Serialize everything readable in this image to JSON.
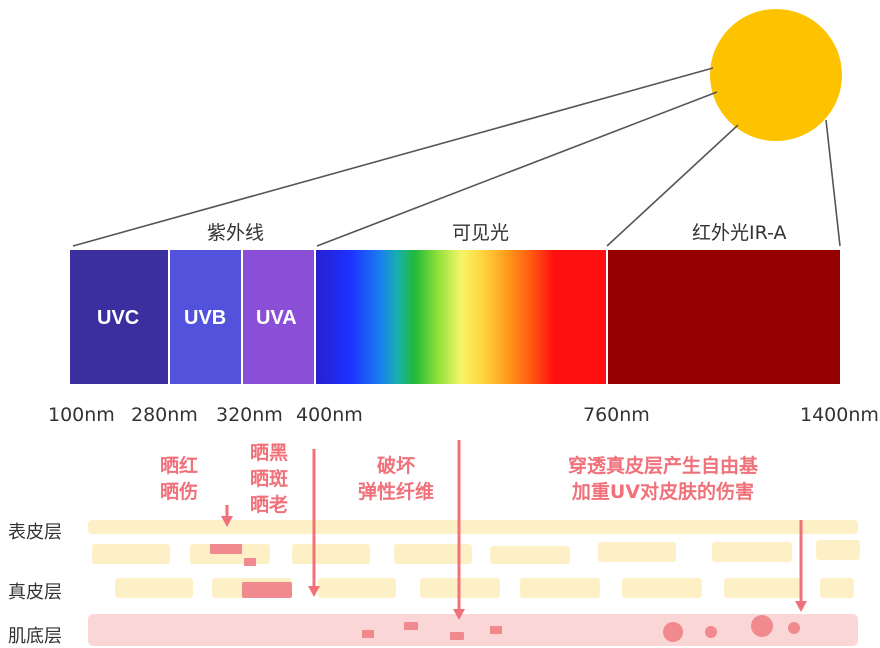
{
  "regions": {
    "uv": "紫外线",
    "visible": "可见光",
    "infrared": "红外光IR-A"
  },
  "bands": {
    "uvc": "UVC",
    "uvb": "UVB",
    "uva": "UVA"
  },
  "ticks": [
    "100nm",
    "280nm",
    "320nm",
    "400nm",
    "760nm",
    "1400nm"
  ],
  "effects": {
    "uvb": [
      "晒红",
      "晒伤"
    ],
    "uva": [
      "晒黑",
      "晒斑",
      "晒老"
    ],
    "visible": [
      "破坏",
      "弹性纤维"
    ],
    "infrared": [
      "穿透真皮层产生自由基",
      "加重UV对皮肤的伤害"
    ]
  },
  "layers": {
    "epidermis": "表皮层",
    "dermis": "真皮层",
    "hypodermis": "肌底层"
  },
  "colors": {
    "sun": "#fdc300",
    "uvc": "#3b2e9e",
    "uvb": "#5252dd",
    "uva": "#8a4fd6",
    "infrared": "#960001",
    "effect_text": "#f0717a",
    "arrow": "#f0717a",
    "skin_cells": "#fdf0c7",
    "hypodermis": "#fad7d6"
  }
}
